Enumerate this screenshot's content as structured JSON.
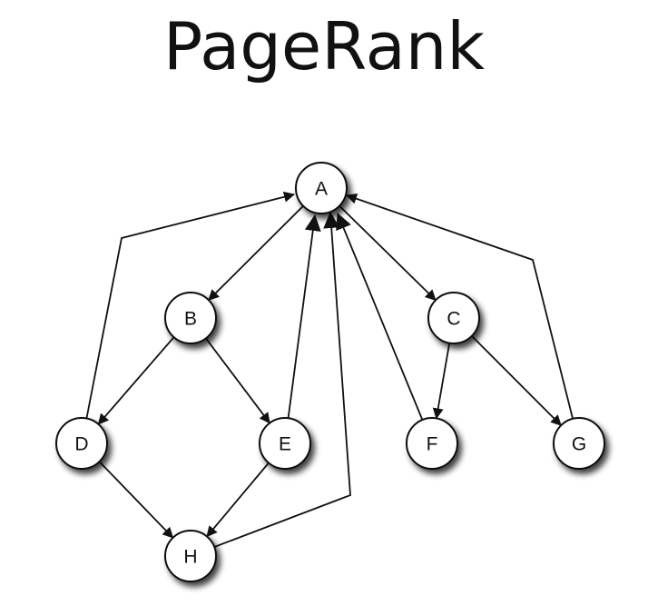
{
  "title": "PageRank",
  "nodes": [
    {
      "id": "A",
      "label": "A"
    },
    {
      "id": "B",
      "label": "B"
    },
    {
      "id": "C",
      "label": "C"
    },
    {
      "id": "D",
      "label": "D"
    },
    {
      "id": "E",
      "label": "E"
    },
    {
      "id": "F",
      "label": "F"
    },
    {
      "id": "G",
      "label": "G"
    },
    {
      "id": "H",
      "label": "H"
    }
  ],
  "edges": [
    {
      "from": "A",
      "to": "B"
    },
    {
      "from": "A",
      "to": "C"
    },
    {
      "from": "B",
      "to": "D"
    },
    {
      "from": "B",
      "to": "E"
    },
    {
      "from": "C",
      "to": "F"
    },
    {
      "from": "C",
      "to": "G"
    },
    {
      "from": "D",
      "to": "A"
    },
    {
      "from": "D",
      "to": "H"
    },
    {
      "from": "E",
      "to": "H"
    },
    {
      "from": "E",
      "to": "A"
    },
    {
      "from": "F",
      "to": "A"
    },
    {
      "from": "G",
      "to": "A"
    },
    {
      "from": "H",
      "to": "A"
    }
  ]
}
